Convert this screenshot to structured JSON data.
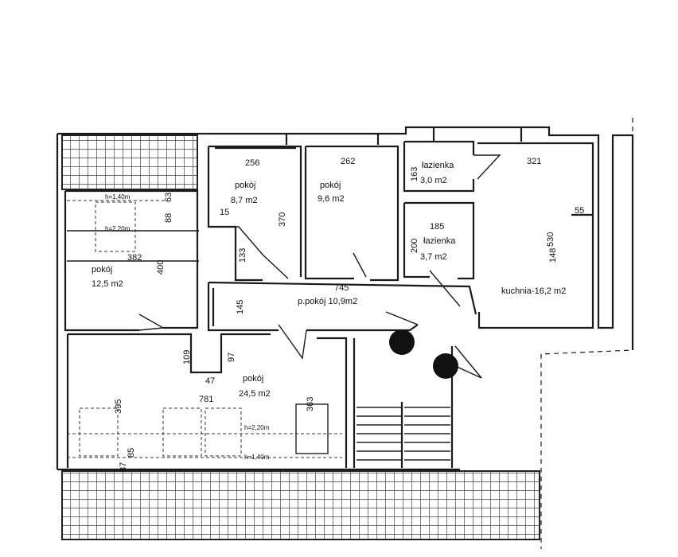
{
  "rooms": [
    {
      "name": "pokój",
      "area": "8,7 m2"
    },
    {
      "name": "pokój",
      "area": "9,6 m2"
    },
    {
      "name": "łazienka",
      "area": "3,0 m2"
    },
    {
      "name": "łazienka",
      "area": "3,7 m2"
    },
    {
      "name": "kuchnia-16,2 m2"
    },
    {
      "name": "pokój",
      "area": "12,5 m2"
    },
    {
      "name": "p.pokój  10,9m2"
    },
    {
      "name": "pokój",
      "area": "24,5 m2"
    }
  ],
  "dimensions": {
    "d256": "256",
    "d262": "262",
    "d321": "321",
    "d163": "163",
    "d185": "185",
    "d200": "200",
    "d530": "530",
    "d55": "55",
    "d148": "148",
    "d370": "370",
    "d15": "15",
    "d133": "133",
    "d382": "382",
    "d400": "400",
    "d88": "88",
    "d63": "63",
    "d745": "745",
    "d145": "145",
    "d109": "109",
    "d97": "97",
    "d47": "47",
    "d781": "781",
    "d395": "395",
    "d363": "363",
    "d85": "85",
    "d37": "37"
  },
  "heights": {
    "h140_top": "h=1,40m",
    "h220_top": "h=2,20m",
    "h220_bottom": "h=2,20m",
    "h140_bottom": "h=1,40m"
  },
  "colors": {
    "line": "#1a1a1a",
    "hatch": "#555555",
    "background": "#ffffff"
  }
}
